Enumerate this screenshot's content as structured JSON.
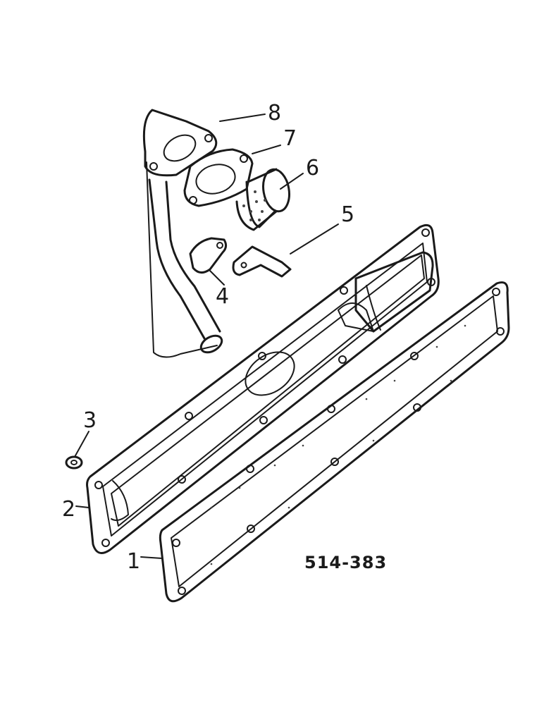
{
  "callouts": {
    "c1": "1",
    "c2": "2",
    "c3": "3",
    "c4": "4",
    "c5": "5",
    "c6": "6",
    "c7": "7",
    "c8": "8"
  },
  "reference": "514-383"
}
